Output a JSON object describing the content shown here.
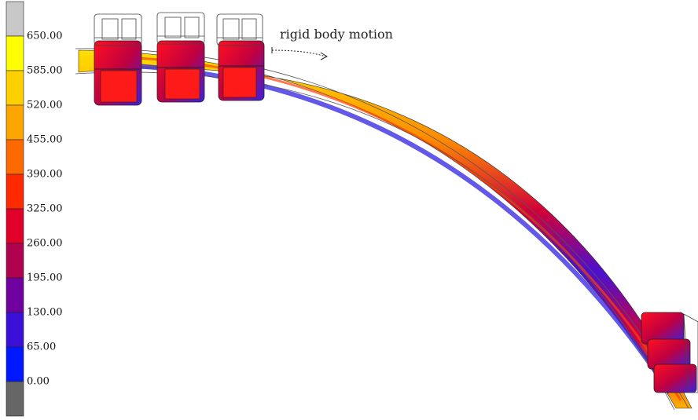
{
  "colorbar": {
    "ticks": [
      "650.00",
      "585.00",
      "520.00",
      "455.00",
      "390.00",
      "325.00",
      "260.00",
      "195.00",
      "130.00",
      "65.00",
      "0.00"
    ],
    "colors": [
      "#c8c8c8",
      "#ffff00",
      "#ffd000",
      "#ffa500",
      "#ff6a00",
      "#ff2a00",
      "#e0002a",
      "#b00050",
      "#7000a0",
      "#3a10d8",
      "#0018ff",
      "#666666"
    ]
  },
  "annotation": {
    "text": "rigid body motion"
  }
}
